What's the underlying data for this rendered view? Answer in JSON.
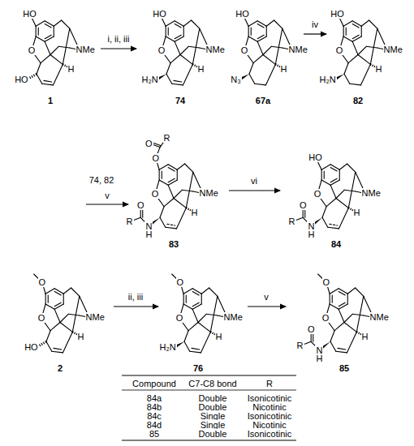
{
  "diagram": {
    "labels": [
      "HO",
      "O",
      "HO",
      "H",
      "NMe",
      "1",
      "i, ii, iii",
      "HO",
      "O",
      "H₂N",
      "H",
      "NMe",
      "74",
      "HO",
      "O",
      "N₃",
      "H",
      "NMe",
      "67a",
      "iv",
      "HO",
      "O",
      "H₂N",
      "H",
      "NMe",
      "82",
      "74, 82",
      "v",
      "R",
      "O",
      "O",
      "O",
      "O",
      "R",
      "N",
      "H",
      "H",
      "NMe",
      "83",
      "vi",
      "HO",
      "O",
      "O",
      "R",
      "N",
      "H",
      "H",
      "NMe",
      "84",
      "O",
      "O",
      "HO",
      "H",
      "NMe",
      "2",
      "ii, iii",
      "O",
      "O",
      "H₂N",
      "H",
      "NMe",
      "76",
      "v",
      "O",
      "O",
      "O",
      "R",
      "N",
      "H",
      "H",
      "NMe",
      "85",
      "Compound",
      "C7-C8 bond",
      "R",
      "84a",
      "Double",
      "Isonicotinic",
      "84b",
      "Double",
      "Nicotinic",
      "84c",
      "Single",
      "Isonicotinic",
      "84d",
      "Single",
      "Nicotinic",
      "85",
      "Double",
      "Isonicotinic"
    ]
  }
}
